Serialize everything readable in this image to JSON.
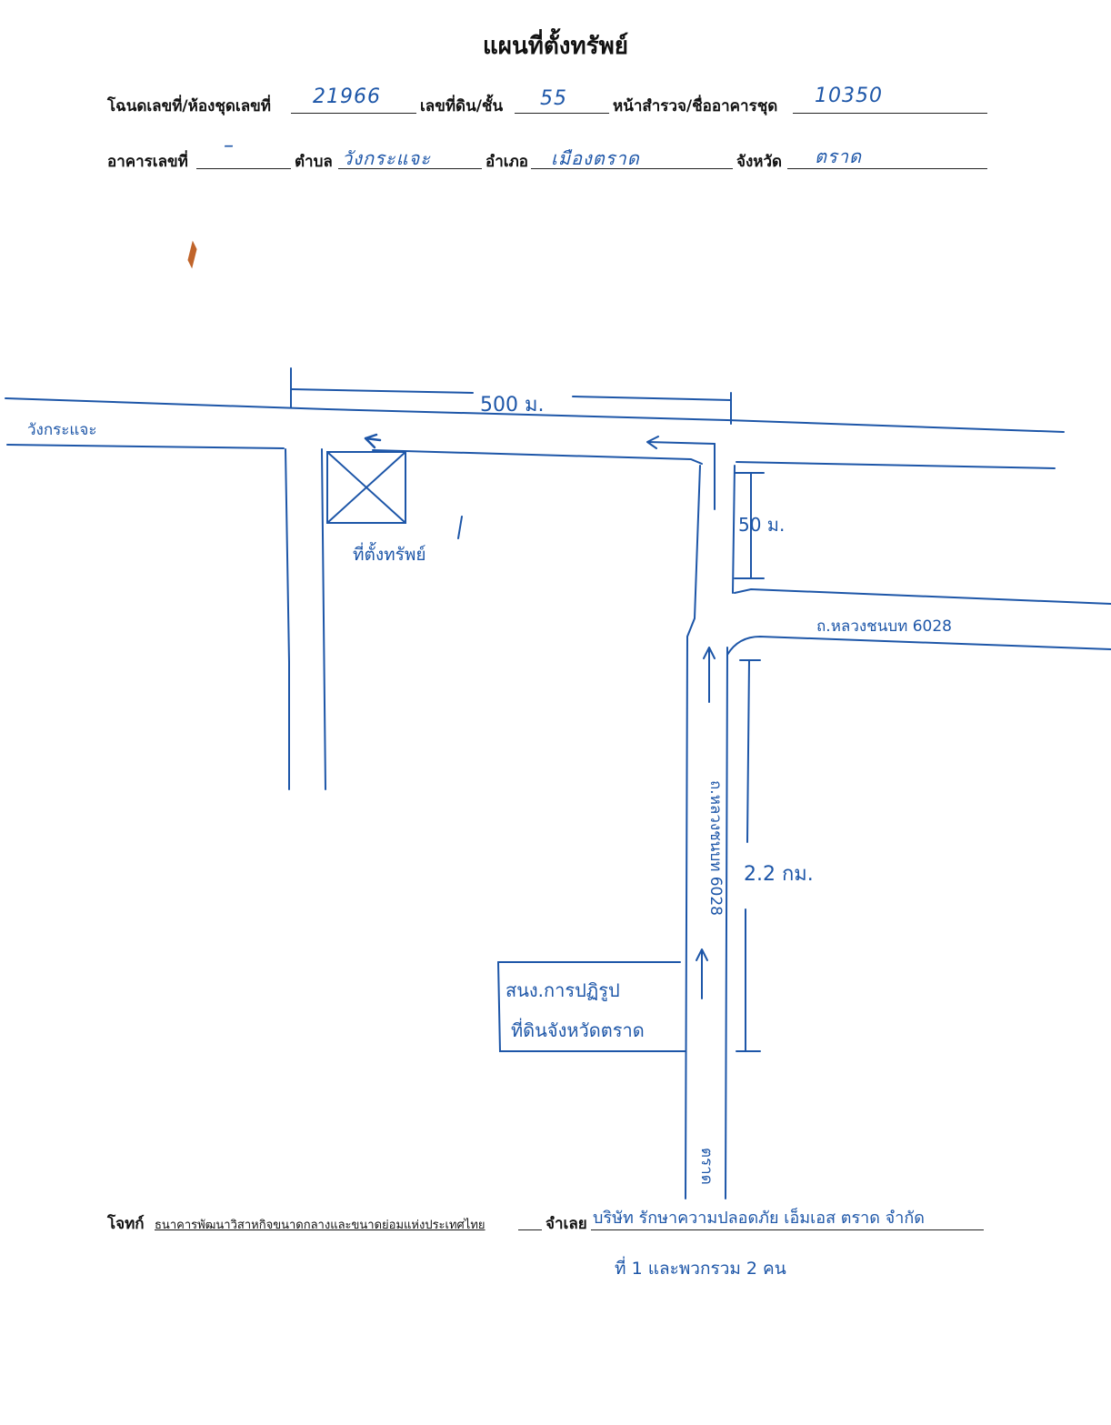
{
  "document": {
    "title": "แผนที่ตั้งทรัพย์",
    "row1": {
      "deed_label": "โฉนดเลขที่/ห้องชุดเลขที่",
      "deed_value": "21966",
      "land_no_label": "เลขที่ดิน/ชั้น",
      "land_no_value": "55",
      "survey_label": "หน้าสำรวจ/ชื่ออาคารชุด",
      "survey_value": "10350"
    },
    "row2": {
      "building_label": "อาคารเลขที่",
      "building_value": "–",
      "subdistrict_label": "ตำบล",
      "subdistrict_value": "วังกระแจะ",
      "district_label": "อำเภอ",
      "district_value": "เมืองตราด",
      "province_label": "จังหวัด",
      "province_value": "ตราด"
    },
    "footer": {
      "plaintiff_label": "โจทก์",
      "plaintiff_value": "ธนาคารพัฒนาวิสาหกิจขนาดกลางและขนาดย่อมแห่งประเทศไทย",
      "defendant_label": "จำเลย",
      "defendant_value_line1": "บริษัท รักษาความปลอดภัย เอ็มเอส ตราด จำกัด",
      "defendant_value_line2": "ที่ 1 และพวกรวม 2 คน"
    }
  },
  "map": {
    "dist_top": "500 ม.",
    "dist_side": "50 ม.",
    "dist_long": "2.2 กม.",
    "road_left_label": "วังกระแจะ",
    "road_right_label": "ถ.หลวงชนบท 6028",
    "road_vertical_label": "ถ.หลวงชนบท 6028",
    "property_label": "ที่ตั้งทรัพย์",
    "office_line1": "สนง.การปฏิรูป",
    "office_line2": "ที่ดินจังหวัดตราด",
    "bottom_label": "ตราด",
    "colors": {
      "ink": "#1d56a8",
      "print": "#111111",
      "stain": "#c0642a"
    }
  }
}
